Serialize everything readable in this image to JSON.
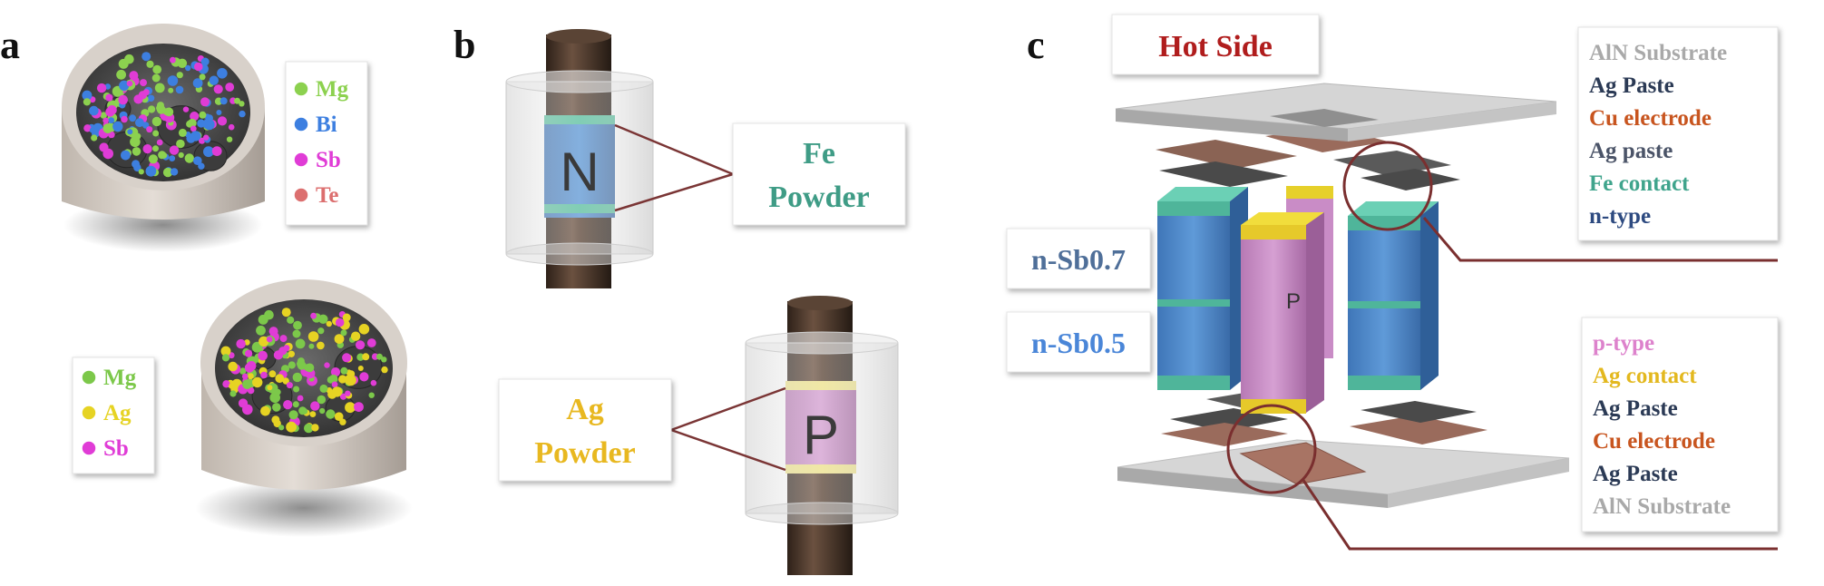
{
  "panels": {
    "a": {
      "letter": "a",
      "legend_top": [
        {
          "label": "Mg",
          "color": "#8cd14f"
        },
        {
          "label": "Bi",
          "color": "#3d7fe0"
        },
        {
          "label": "Sb",
          "color": "#e03cd6"
        },
        {
          "label": "Te",
          "color": "#dc6f6f"
        }
      ],
      "legend_bottom": [
        {
          "label": "Mg",
          "color": "#7cc84a"
        },
        {
          "label": "Ag",
          "color": "#e6d323"
        },
        {
          "label": "Sb",
          "color": "#e03cd6"
        }
      ]
    },
    "b": {
      "letter": "b",
      "n_label": "N",
      "p_label": "P",
      "fe_box": {
        "line1": "Fe",
        "line2": "Powder",
        "color": "#3f9c86"
      },
      "ag_box": {
        "line1": "Ag",
        "line2": "Powder",
        "color": "#e8b820"
      }
    },
    "c": {
      "letter": "c",
      "hot_side": {
        "label": "Hot Side",
        "color": "#b01d1d"
      },
      "n_labels": [
        {
          "label": "n-Sb0.7",
          "color": "#4f6f99"
        },
        {
          "label": "n-Sb0.5",
          "color": "#4a86d8"
        }
      ],
      "p_leg_label": "P",
      "legend_top": [
        {
          "label": "AlN Substrate",
          "color": "#a9a9a9"
        },
        {
          "label": "Ag Paste",
          "color": "#2b3a55"
        },
        {
          "label": "Cu electrode",
          "color": "#c8551f"
        },
        {
          "label": "Ag paste",
          "color": "#4b5468"
        },
        {
          "label": "Fe contact",
          "color": "#3fa48c"
        },
        {
          "label": "n-type",
          "color": "#2d4a80"
        }
      ],
      "legend_bottom": [
        {
          "label": "p-type",
          "color": "#dd82cc"
        },
        {
          "label": "Ag contact",
          "color": "#e3b81e"
        },
        {
          "label": "Ag Paste",
          "color": "#2b3a55"
        },
        {
          "label": "Cu electrode",
          "color": "#c8551f"
        },
        {
          "label": "Ag Paste",
          "color": "#2b3a55"
        },
        {
          "label": "AlN Substrate",
          "color": "#a9a9a9"
        }
      ]
    }
  }
}
